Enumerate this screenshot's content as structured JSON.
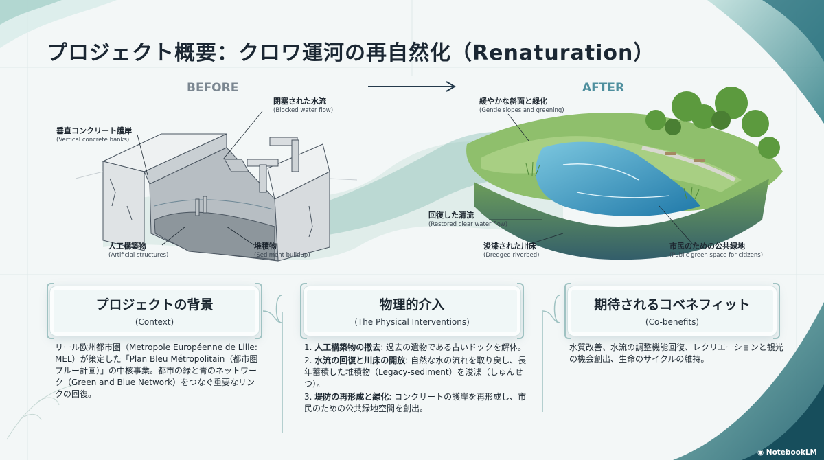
{
  "title": "プロジェクト概要：クロワ運河の再自然化（Renaturation）",
  "labels": {
    "before": "BEFORE",
    "after": "AFTER"
  },
  "annotations": {
    "blocked_flow": {
      "jp": "閉塞された水流",
      "en": "(Blocked water flow)"
    },
    "vertical_banks": {
      "jp": "垂直コンクリート護岸",
      "en": "(Vertical concrete banks)"
    },
    "artificial_structures": {
      "jp": "人工構築物",
      "en": "(Artificial structures)"
    },
    "sediment": {
      "jp": "堆積物",
      "en": "(Sediment buildup)"
    },
    "gentle_slopes": {
      "jp": "緩やかな斜面と緑化",
      "en": "(Gentle slopes and greening)"
    },
    "clear_water": {
      "jp": "回復した清流",
      "en": "(Restored clear water flow)"
    },
    "dredged": {
      "jp": "浚渫された川床",
      "en": "(Dredged riverbed)"
    },
    "green_space": {
      "jp": "市民のための公共緑地",
      "en": "(Public green space for citizens)"
    }
  },
  "cards": {
    "context": {
      "title": "プロジェクトの背景",
      "subtitle": "(Context)"
    },
    "interventions": {
      "title": "物理的介入",
      "subtitle": "(The Physical Interventions)"
    },
    "benefits": {
      "title": "期待されるコベネフィット",
      "subtitle": "(Co-benefits)"
    }
  },
  "context_text": "リール欧州都市圏（Metropole Européenne de Lille: MEL）が策定した「Plan Bleu Métropolitain（都市圏ブルー計画）」の中核事業。都市の緑と青のネットワーク（Green and Blue Network）をつなぐ重要なリンクの回復。",
  "interventions": [
    {
      "num": "1.",
      "head": "人工構築物の撤去",
      "text": ": 過去の遺物である古いドックを解体。"
    },
    {
      "num": "2.",
      "head": "水流の回復と川床の開放",
      "text": ": 自然な水の流れを取り戻し、長年蓄積した堆積物（Legacy-sediment）を浚渫（しゅんせつ）。"
    },
    {
      "num": "3.",
      "head": "堤防の再形成と緑化",
      "text": ": コンクリートの護岸を再形成し、市民のための公共緑地空間を創出。"
    }
  ],
  "benefits_text": "水質改善、水流の調整機能回復、レクリエーションと観光の機会創出、生命のサイクルの維持。",
  "brand": "NotebookLM",
  "colors": {
    "accent_teal": "#3f8f95",
    "water_blue": "#3c9ccc",
    "green": "#5c9a3e",
    "concrete": "#a6adb2"
  }
}
